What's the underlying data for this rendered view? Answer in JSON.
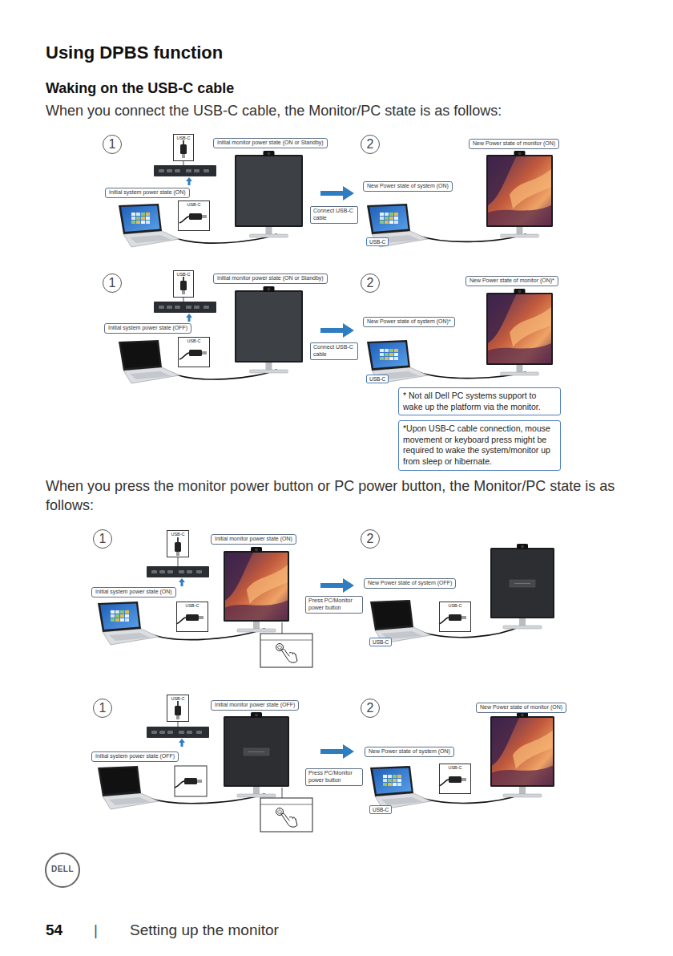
{
  "diagram": {
    "title": "Using DPBS function",
    "nodes": [
      {
        "text": [
          "1"
        ]
      },
      {
        "text": [
          "USB-C"
        ]
      },
      {
        "text": [
          "Initial monitor power state (ON or Standby)"
        ]
      },
      {
        "text": [
          "2"
        ]
      },
      {
        "text": [
          "New Power state of monitor (ON)"
        ]
      },
      {
        "text": [
          "Initial system power state (ON)"
        ]
      },
      {
        "text": [
          "USB-C"
        ]
      },
      {
        "text": [
          "New Power state of system (ON)"
        ]
      },
      {
        "text": [
          "Connect USB-C cable"
        ]
      },
      {
        "text": [
          "USB-C"
        ]
      },
      {
        "text": [
          "1"
        ]
      },
      {
        "text": [
          "USB-C"
        ]
      },
      {
        "text": [
          "Initial monitor power state (ON or Standby)"
        ]
      },
      {
        "text": [
          "2"
        ]
      },
      {
        "text": [
          "New Power state of monitor (ON)*"
        ]
      },
      {
        "text": [
          "Initial system power state (OFF)"
        ]
      },
      {
        "text": [
          "USB-C"
        ]
      },
      {
        "text": [
          "New Power state of system (ON)*"
        ]
      },
      {
        "text": [
          "Connect USB-C cable"
        ]
      },
      {
        "text": [
          "USB-C"
        ]
      },
      {
        "text": [
          "* Not all Dell PC systems support to wake up the platform via the monitor."
        ]
      },
      {
        "text": [
          "*Upon USB-C cable connection, mouse movement or keyboard press might be required to wake the system/monitor up from sleep or hibernate."
        ]
      },
      {
        "text": [
          "1"
        ]
      },
      {
        "text": [
          "USB-C"
        ]
      },
      {
        "text": [
          "Initial monitor power state (ON)"
        ]
      },
      {
        "text": [
          "2"
        ]
      },
      {
        "text": [
          "Initial system power state (ON)"
        ]
      },
      {
        "text": [
          "USB-C"
        ]
      },
      {
        "text": [
          "New Power state of system (OFF)"
        ]
      },
      {
        "text": [
          "Press PC/Monitor power button"
        ]
      },
      {
        "text": [
          "USB-C"
        ]
      },
      {
        "text": [
          "USB-C"
        ]
      },
      {
        "text": [
          "1"
        ]
      },
      {
        "text": [
          "USB-C"
        ]
      },
      {
        "text": [
          "Initial monitor power state (OFF)"
        ]
      },
      {
        "text": [
          "2"
        ]
      },
      {
        "text": [
          "New Power state of monitor (ON)"
        ]
      },
      {
        "text": [
          "Initial system power state (OFF)"
        ]
      },
      {
        "text": [
          "New Power state of system (ON)"
        ]
      },
      {
        "text": [
          "Press PC/Monitor power button"
        ]
      },
      {
        "text": [
          "USB-C"
        ]
      },
      {
        "text": [
          "USB-C"
        ]
      }
    ],
    "labels": [
      "Waking on the USB-C cable",
      "When you connect the USB-C cable, the Monitor/PC state is as follows:",
      "When you press the monitor power button or PC power button, the Monitor/PC state is as follows:",
      "DELL",
      "54",
      "|",
      "Setting up the monitor"
    ]
  }
}
